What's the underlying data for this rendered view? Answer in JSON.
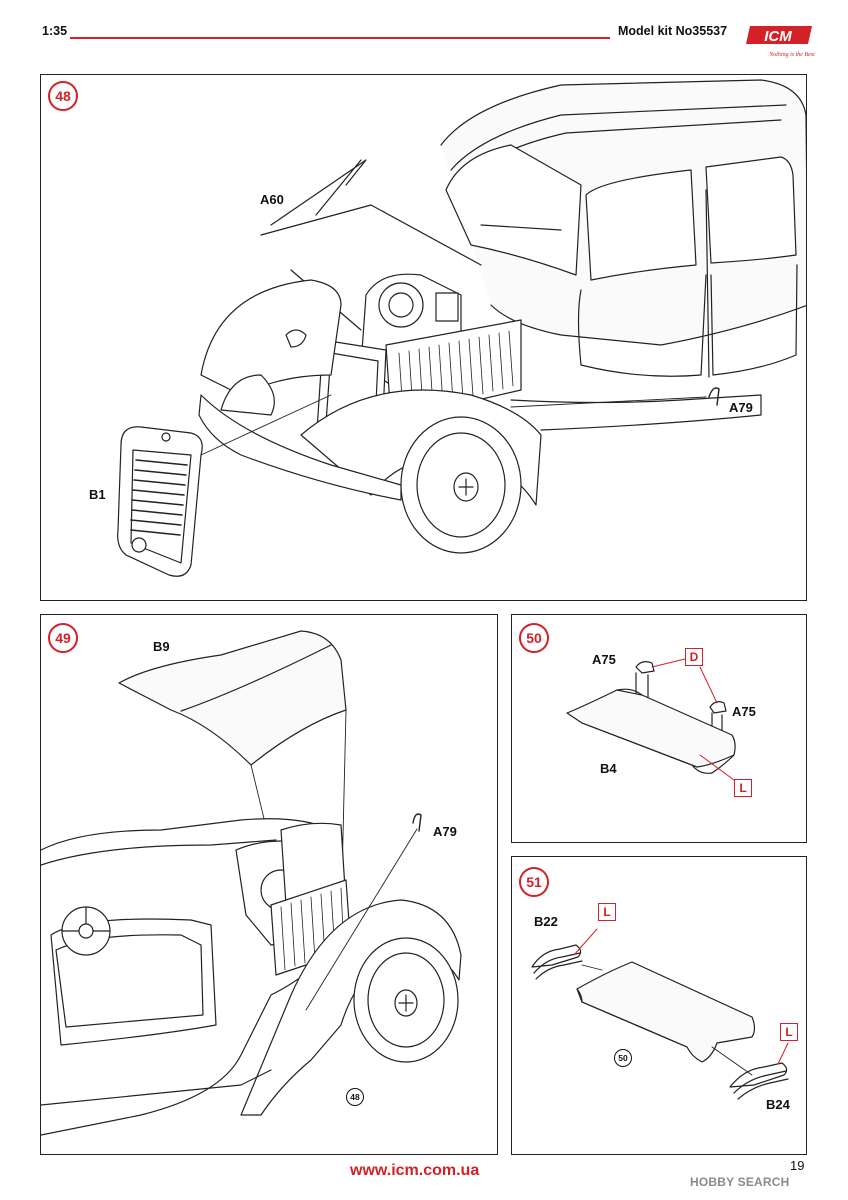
{
  "header": {
    "scale": "1:35",
    "model": "Model kit No35537",
    "logo_text": "ICM",
    "logo_tagline": "Nothing is the Best",
    "accent_color": "#d42128"
  },
  "steps": [
    {
      "number": "48",
      "parts": [
        "A60",
        "A79",
        "B1"
      ]
    },
    {
      "number": "49",
      "parts": [
        "B9",
        "A79"
      ],
      "ref": "48"
    },
    {
      "number": "50",
      "parts": [
        "A75",
        "A75",
        "B4"
      ],
      "codes": [
        "D",
        "L"
      ]
    },
    {
      "number": "51",
      "parts": [
        "B22",
        "B24"
      ],
      "codes": [
        "L",
        "L"
      ],
      "ref": "50"
    }
  ],
  "footer": {
    "url": "www.icm.com.ua",
    "page": "19",
    "watermark": "HOBBY SEARCH"
  }
}
